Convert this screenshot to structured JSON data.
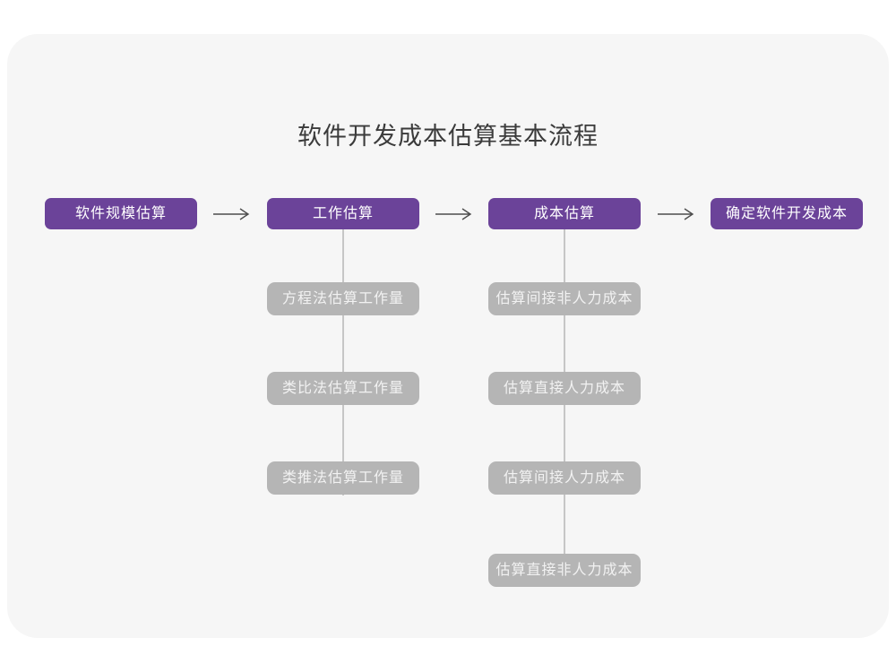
{
  "title": "软件开发成本估算基本流程",
  "colors": {
    "page_bg": "#ffffff",
    "card_bg": "#f6f6f6",
    "primary": "#6b4399",
    "secondary": "#b5b5b5",
    "connector": "#c6c6c6",
    "arrow": "#4d4d4d",
    "title_text": "#3b3b3b",
    "box_text": "#ffffff",
    "gray_box_text": "#f2f2f2"
  },
  "main_flow": [
    {
      "label": "软件规模估算"
    },
    {
      "label": "工作估算"
    },
    {
      "label": "成本估算"
    },
    {
      "label": "确定软件开发成本"
    }
  ],
  "sub_flows": {
    "work_estimation": [
      "方程法估算工作量",
      "类比法估算工作量",
      "类推法估算工作量"
    ],
    "cost_estimation": [
      "估算间接非人力成本",
      "估算直接人力成本",
      "估算间接人力成本",
      "估算直接非人力成本"
    ]
  }
}
